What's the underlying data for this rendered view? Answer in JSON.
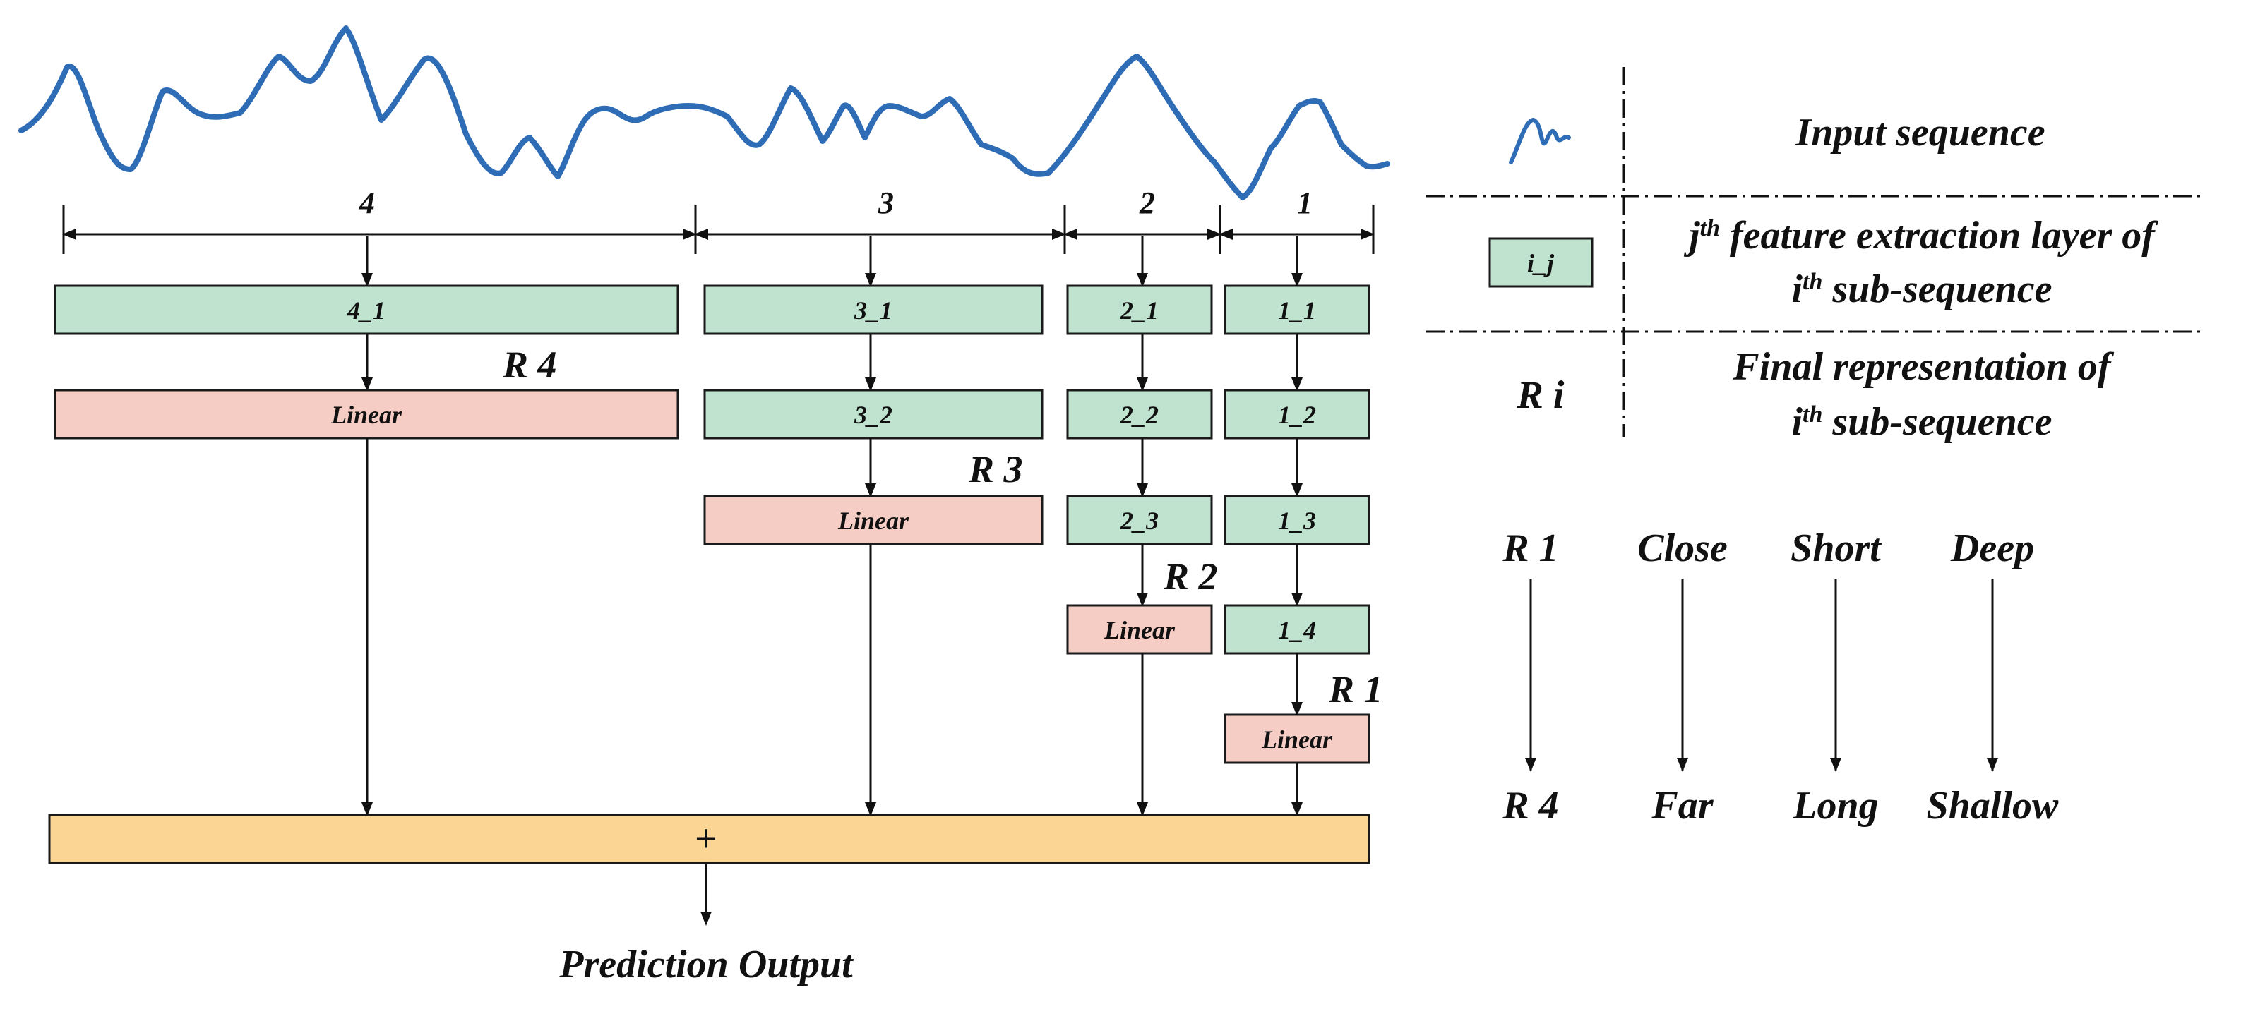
{
  "diagram": {
    "segments": [
      {
        "label": "4",
        "blocks": [
          "4_1"
        ],
        "linear": "Linear",
        "rep": "R 4"
      },
      {
        "label": "3",
        "blocks": [
          "3_1",
          "3_2"
        ],
        "linear": "Linear",
        "rep": "R 3"
      },
      {
        "label": "2",
        "blocks": [
          "2_1",
          "2_2",
          "2_3"
        ],
        "linear": "Linear",
        "rep": "R 2"
      },
      {
        "label": "1",
        "blocks": [
          "1_1",
          "1_2",
          "1_3",
          "1_4"
        ],
        "linear": "Linear",
        "rep": "R 1"
      }
    ],
    "sum_symbol": "+",
    "output_label": "Prediction Output"
  },
  "legend": {
    "input_label": "Input sequence",
    "block_label": "i_j",
    "feature_line1_a": "j",
    "feature_line1_sup": "th",
    "feature_line1_b": " feature extraction layer of",
    "feature_line2_a": "i",
    "feature_line2_sup": "th",
    "feature_line2_b": " sub-sequence",
    "ri_label": "R i",
    "final_line1": "Final representation of",
    "final_line2_a": "i",
    "final_line2_sup": "th",
    "final_line2_b": " sub-sequence"
  },
  "scale": {
    "top": [
      "R 1",
      "Close",
      "Short",
      "Deep"
    ],
    "bottom": [
      "R 4",
      "Far",
      "Long",
      "Shallow"
    ]
  },
  "colors": {
    "wave": "#2f6cb6",
    "feature_block": "#bfe3cf",
    "linear_block": "#f6cdc5",
    "sum_bar": "#fbd594"
  }
}
